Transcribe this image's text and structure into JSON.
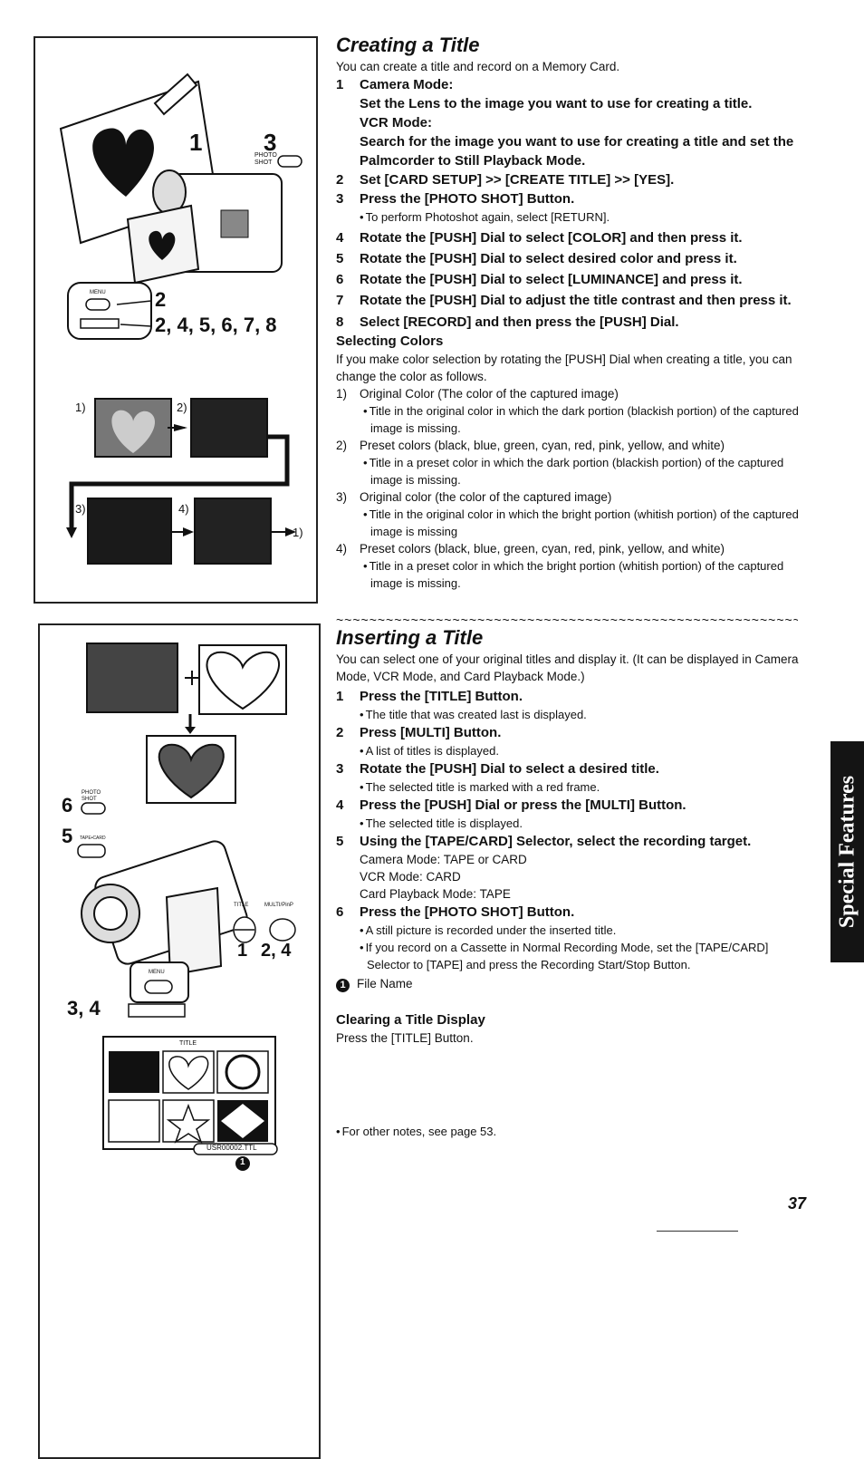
{
  "illustration_top": {
    "labels": {
      "step1": "1",
      "step3": "3",
      "photo_shot": "PHOTO SHOT",
      "menu": "MENU",
      "step2": "2",
      "steps_multi": "2, 4, 5, 6, 7, 8",
      "seq1": "1)",
      "seq2": "2)",
      "seq3": "3)",
      "seq4": "4)",
      "seq_return": "1)"
    }
  },
  "illustration_bottom": {
    "labels": {
      "step6": "6",
      "photo_shot": "PHOTO SHOT",
      "step5": "5",
      "tape_card": "TAPE•CARD",
      "title": "TITLE",
      "multi": "MULTI/PinP",
      "step1": "1",
      "steps24": "2, 4",
      "menu": "MENU",
      "steps34": "3, 4",
      "title_screen": "TITLE",
      "file_name": "USR00002.TTL",
      "file_marker": "1"
    }
  },
  "creating": {
    "heading": "Creating a Title",
    "intro": "You can create a title and record on a Memory Card.",
    "steps": [
      {
        "n": "1",
        "text": "Camera Mode:"
      },
      {
        "n": "2",
        "text": "Set [CARD SETUP] >> [CREATE TITLE] >> [YES]."
      },
      {
        "n": "3",
        "text": "Press the [PHOTO SHOT] Button."
      },
      {
        "n": "4",
        "text": "Rotate the [PUSH] Dial to select [COLOR] and then press it."
      },
      {
        "n": "5",
        "text": "Rotate the [PUSH] Dial to select desired color and press it."
      },
      {
        "n": "6",
        "text": "Rotate the [PUSH] Dial to select [LUMINANCE] and press it."
      },
      {
        "n": "7",
        "text": "Rotate the [PUSH] Dial to adjust the title contrast and then press it."
      },
      {
        "n": "8",
        "text": "Select [RECORD] and then press the [PUSH] Dial."
      }
    ],
    "step1_sub1": "Set the Lens to the image you want to use for creating a title.",
    "step1_sub2": "VCR Mode:",
    "step1_sub3": "Search for the image you want to use for creating a title and set the Palmcorder to Still Playback Mode.",
    "step3_bullet": "To perform Photoshot again, select [RETURN].",
    "colors_heading": "Selecting Colors",
    "colors_intro": "If you make color selection by rotating the [PUSH] Dial when creating a title, you can change the color as follows.",
    "color_items": [
      {
        "n": "1)",
        "text": "Original Color (The color of the captured image)",
        "bullet": "Title in the original color in which the dark portion (blackish portion) of the captured image is missing."
      },
      {
        "n": "2)",
        "text": "Preset colors (black, blue, green, cyan, red, pink, yellow, and white)",
        "bullet": "Title in a preset color in which the dark portion (blackish portion) of the captured image is missing."
      },
      {
        "n": "3)",
        "text": "Original color (the color of the captured image)",
        "bullet": "Title in the original color in which the bright portion (whitish portion) of the captured image is missing"
      },
      {
        "n": "4)",
        "text": "Preset colors (black, blue, green, cyan, red, pink, yellow, and white)",
        "bullet": "Title in a preset color in which the bright portion (whitish portion) of the captured image is missing."
      }
    ]
  },
  "inserting": {
    "heading": "Inserting a Title",
    "intro": "You can select one of your original titles and display it. (It can be displayed in Camera Mode, VCR Mode, and Card Playback Mode.)",
    "steps": [
      {
        "n": "1",
        "text": "Press the [TITLE] Button.",
        "bullet": "The title that was created last is displayed."
      },
      {
        "n": "2",
        "text": "Press [MULTI] Button.",
        "bullet": "A list of titles is displayed."
      },
      {
        "n": "3",
        "text": "Rotate the [PUSH] Dial to select a desired title.",
        "bullet": "The selected title is marked with a red frame."
      },
      {
        "n": "4",
        "text": "Press the [PUSH] Dial or press the [MULTI] Button.",
        "bullet": "The selected title is displayed."
      },
      {
        "n": "5",
        "text": "Using the [TAPE/CARD] Selector, select the recording target."
      },
      {
        "n": "6",
        "text": "Press the [PHOTO SHOT] Button."
      }
    ],
    "step5_lines": [
      "Camera Mode: TAPE or CARD",
      "VCR Mode: CARD",
      "Card Playback Mode: TAPE"
    ],
    "step6_bullets": [
      "A still picture is recorded under the inserted title.",
      "If you record on a Cassette in Normal Recording Mode, set the [TAPE/CARD] Selector to [TAPE] and press the Recording Start/Stop Button."
    ],
    "file_marker": "1",
    "file_name_label": "File Name",
    "clearing_heading": "Clearing a Title Display",
    "clearing_text": "Press the [TITLE] Button."
  },
  "footnote": "For other notes, see page 53.",
  "side_tab": "Special Features",
  "page_number": "37",
  "colors": {
    "ink": "#111111",
    "tab": "#141414",
    "paper": "#ffffff"
  }
}
